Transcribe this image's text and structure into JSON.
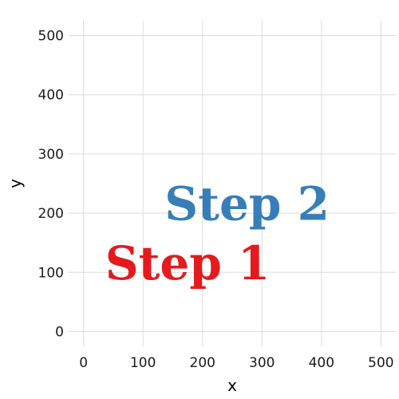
{
  "chart_data": {
    "type": "scatter",
    "title": "",
    "xlabel": "x",
    "ylabel": "y",
    "xlim": [
      -25,
      525
    ],
    "ylim": [
      -25,
      525
    ],
    "x_ticks": [
      0,
      100,
      200,
      300,
      400,
      500
    ],
    "y_ticks": [
      0,
      100,
      200,
      300,
      400,
      500
    ],
    "grid": true,
    "legend": "none",
    "annotations": [
      {
        "text": "Step 1",
        "x": 175,
        "y": 110,
        "color": "#e41a1c"
      },
      {
        "text": "Step 2",
        "x": 275,
        "y": 210,
        "color": "#377eb8"
      }
    ]
  }
}
